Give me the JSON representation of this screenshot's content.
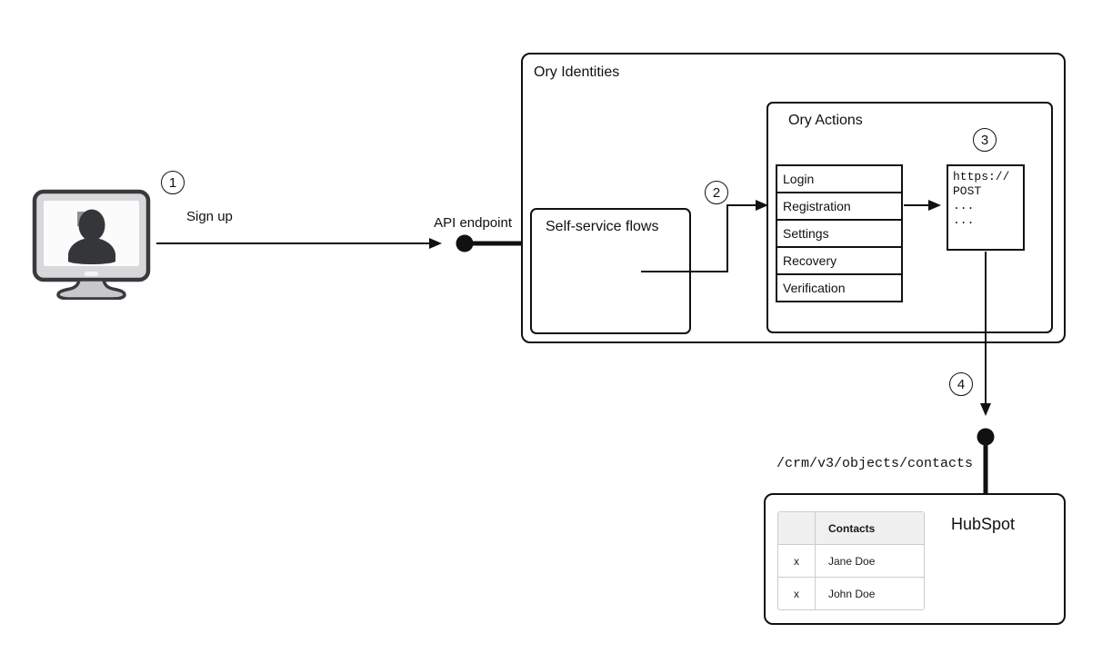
{
  "steps": {
    "s1": "1",
    "s2": "2",
    "s3": "3",
    "s4": "4"
  },
  "labels": {
    "sign_up": "Sign up",
    "api_endpoint": "API endpoint",
    "endpoint_path": "/crm/v3/objects/contacts"
  },
  "ory_identities": {
    "title": "Ory Identities"
  },
  "ory_actions": {
    "title": "Ory Actions",
    "flows": [
      "Login",
      "Registration",
      "Settings",
      "Recovery",
      "Verification"
    ]
  },
  "self_service": {
    "title": "Self-service flows"
  },
  "webhook": {
    "lines": [
      "https://",
      "POST",
      "...",
      "..."
    ]
  },
  "hubspot": {
    "title": "HubSpot",
    "table": {
      "header": [
        "",
        "Contacts"
      ],
      "rows": [
        [
          "x",
          "Jane Doe"
        ],
        [
          "x",
          "John Doe"
        ]
      ]
    }
  },
  "colors": {
    "stroke": "#111111",
    "table_border": "#cccccc",
    "table_header_bg": "#f0f0f0"
  }
}
